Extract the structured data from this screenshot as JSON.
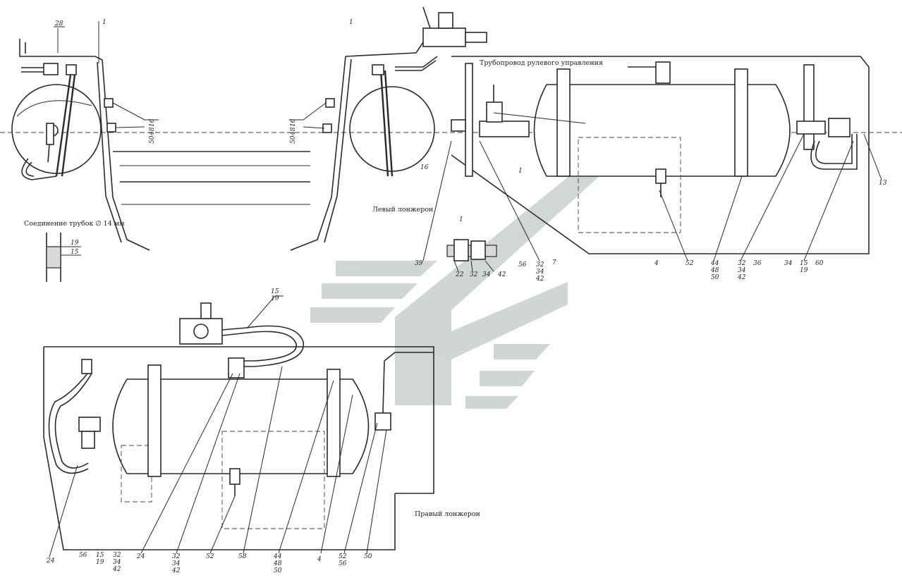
{
  "drawing": {
    "labels": {
      "steering_pipeline": "Трубопровод рулевого управления",
      "left_side_member": "Левый лонжерон",
      "right_side_member": "Правый лонжерон",
      "pipe_connection": "Соединение трубок ∅ 14 мм",
      "section_mark": "I",
      "section_mark_top": "I"
    },
    "left_view": {
      "top": [
        "28",
        "1"
      ],
      "bolt_callout": [
        "16",
        "48",
        "50"
      ],
      "detail": [
        "19",
        "15"
      ]
    },
    "middle_view": {
      "top": "1",
      "bolt_callout": [
        "16",
        "48",
        "50"
      ]
    },
    "top_view": {
      "bottom": [
        "16",
        "39",
        "32",
        "34",
        "42",
        "56",
        "7",
        "4",
        "52"
      ],
      "right": [
        "44",
        "48",
        "50",
        "32",
        "34",
        "42",
        "36",
        "34",
        "15",
        "19",
        "60",
        "13"
      ]
    },
    "coupling_detail": [
      "22",
      "32",
      "34",
      "42"
    ],
    "bottom_view": {
      "top": [
        "15",
        "19"
      ],
      "bottom": [
        "24",
        "56",
        "15",
        "19",
        "32",
        "34",
        "42",
        "24",
        "32",
        "34",
        "42",
        "52",
        "58",
        "44",
        "48",
        "50",
        "4",
        "52",
        "56",
        "50"
      ]
    },
    "watermark_icon": "logo-icon"
  }
}
